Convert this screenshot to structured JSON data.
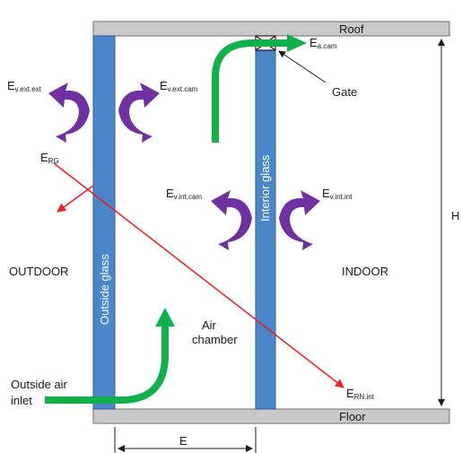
{
  "labels": {
    "roof": "Roof",
    "floor": "Floor",
    "outdoor": "OUTDOOR",
    "indoor": "INDOOR",
    "air_chamber_1": "Air",
    "air_chamber_2": "chamber",
    "outside_air_1": "Outside air",
    "outside_air_2": "inlet",
    "gate": "Gate",
    "outside_glass": "Outside glass",
    "interior_glass": "Interior glass",
    "height": "H",
    "width": "E"
  },
  "energy_terms": {
    "v_ext_ext": {
      "base": "E",
      "sub": "v.ext.ext"
    },
    "v_ext_cam": {
      "base": "E",
      "sub": "v.ext.cam"
    },
    "a_cam": {
      "base": "E",
      "sub": "a.cam"
    },
    "rg": {
      "base": "E",
      "sub": "RG"
    },
    "v_int_cam": {
      "base": "E",
      "sub": "v.int.cam"
    },
    "v_int_int": {
      "base": "E",
      "sub": "v.int.int"
    },
    "rn_int": {
      "base": "E",
      "sub": "RN.int"
    }
  },
  "colors": {
    "glass": "#4a86c8",
    "glass_border": "#2f5f96",
    "slab": "#c9c9c9",
    "slab_border": "#6f6f6f",
    "air_flow": "#12b04a",
    "convection": "#7030a0",
    "radiation": "#ee1c24",
    "dimension": "#1a1a1a"
  }
}
